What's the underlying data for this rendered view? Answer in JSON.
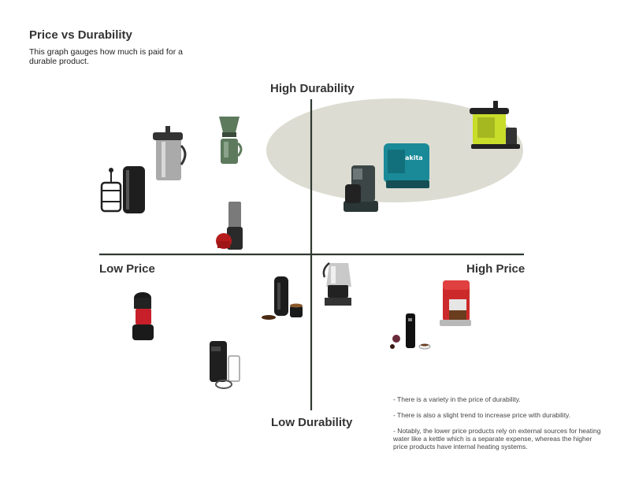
{
  "header": {
    "title": "Price vs Durability",
    "subtitle": "This graph gauges how much is paid for a durable product."
  },
  "axes": {
    "top": "High Durability",
    "bottom": "Low Durability",
    "left": "Low Price",
    "right": "High Price"
  },
  "products": [
    {
      "name": "french-press-pair",
      "quadrant": "low-price-high-durability"
    },
    {
      "name": "steel-press-pot",
      "quadrant": "low-price-high-durability"
    },
    {
      "name": "camp-pour-over-set",
      "quadrant": "low-price-high-durability"
    },
    {
      "name": "aeropress",
      "quadrant": "low-price-high-durability"
    },
    {
      "name": "cordless-drip-maker",
      "quadrant": "high-price-high-durability"
    },
    {
      "name": "job-site-coffee-maker",
      "quadrant": "high-price-high-durability"
    },
    {
      "name": "compact-drip-brewer",
      "quadrant": "high-price-high-durability"
    },
    {
      "name": "single-serve-cup-brewer",
      "quadrant": "low-price-low-durability"
    },
    {
      "name": "iced-coffee-maker",
      "quadrant": "low-price-low-durability"
    },
    {
      "name": "portable-espresso-hand-pump",
      "quadrant": "low-price-low-durability"
    },
    {
      "name": "camp-percolator-stove",
      "quadrant": "high-price-low-durability"
    },
    {
      "name": "portable-coffee-maker",
      "quadrant": "high-price-low-durability"
    },
    {
      "name": "electric-espresso-portable",
      "quadrant": "high-price-low-durability"
    }
  ],
  "notes": [
    "- There is a variety in the price of durability.",
    "- There is also a slight trend to increase price with durability.",
    "- Notably, the lower price products rely on external sources for heating water like a kettle which is a separate expense, whereas the higher price products have internal heating systems."
  ],
  "colors": {
    "axis": "#2f3a32",
    "highlight": "#dcdcd2",
    "makita_teal": "#1a8a98",
    "ryobi_green": "#c8dd2a",
    "stanley_green": "#5d7a5c",
    "red": "#c8202a"
  }
}
